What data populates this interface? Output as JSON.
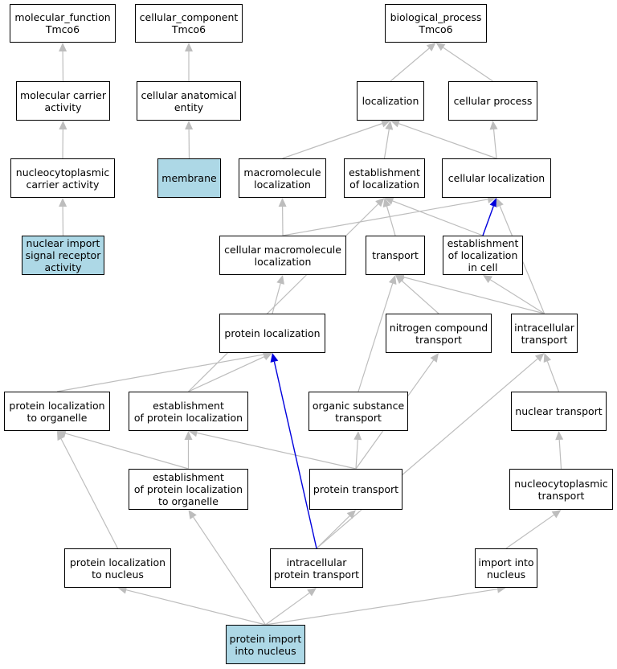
{
  "colors": {
    "edge": "#bdbdbd",
    "edge_highlight": "#0000dd",
    "highlight_fill": "#add8e6",
    "node_fill": "#ffffff",
    "border": "#000000"
  },
  "nodes": {
    "mf_root": {
      "label": "molecular_function\nTmco6",
      "highlighted": false
    },
    "cc_root": {
      "label": "cellular_component\nTmco6",
      "highlighted": false
    },
    "bp_root": {
      "label": "biological_process\nTmco6",
      "highlighted": false
    },
    "mol_carrier": {
      "label": "molecular carrier\nactivity",
      "highlighted": false
    },
    "cell_anat": {
      "label": "cellular anatomical\nentity",
      "highlighted": false
    },
    "localization": {
      "label": "localization",
      "highlighted": false
    },
    "cell_process": {
      "label": "cellular process",
      "highlighted": false
    },
    "nucleo_carrier": {
      "label": "nucleocytoplasmic\ncarrier activity",
      "highlighted": false
    },
    "membrane": {
      "label": "membrane",
      "highlighted": true
    },
    "macromol_loc": {
      "label": "macromolecule\nlocalization",
      "highlighted": false
    },
    "estab_loc": {
      "label": "establishment\nof localization",
      "highlighted": false
    },
    "cell_loc": {
      "label": "cellular localization",
      "highlighted": false
    },
    "nuc_import_receptor": {
      "label": "nuclear import\nsignal receptor\nactivity",
      "highlighted": true
    },
    "cell_macromol_loc": {
      "label": "cellular macromolecule\nlocalization",
      "highlighted": false
    },
    "transport": {
      "label": "transport",
      "highlighted": false
    },
    "estab_loc_cell": {
      "label": "establishment\nof localization\nin cell",
      "highlighted": false
    },
    "protein_loc": {
      "label": "protein localization",
      "highlighted": false
    },
    "nitrogen_transport": {
      "label": "nitrogen compound\ntransport",
      "highlighted": false
    },
    "intracell_transport": {
      "label": "intracellular\ntransport",
      "highlighted": false
    },
    "prot_loc_organelle": {
      "label": "protein localization\nto organelle",
      "highlighted": false
    },
    "estab_prot_loc": {
      "label": "establishment\nof protein localization",
      "highlighted": false
    },
    "organic_transport": {
      "label": "organic substance\ntransport",
      "highlighted": false
    },
    "nuclear_transport": {
      "label": "nuclear transport",
      "highlighted": false
    },
    "estab_prot_loc_org": {
      "label": "establishment\nof protein localization\nto organelle",
      "highlighted": false
    },
    "protein_transport": {
      "label": "protein transport",
      "highlighted": false
    },
    "nucleocyto_transport": {
      "label": "nucleocytoplasmic\ntransport",
      "highlighted": false
    },
    "prot_loc_nucleus": {
      "label": "protein localization\nto nucleus",
      "highlighted": false
    },
    "intracell_prot_transport": {
      "label": "intracellular\nprotein transport",
      "highlighted": false
    },
    "import_nucleus": {
      "label": "import into\nnucleus",
      "highlighted": false
    },
    "prot_import_nucleus": {
      "label": "protein import\ninto nucleus",
      "highlighted": true
    }
  },
  "edges": [
    {
      "from": "mol_carrier",
      "to": "mf_root",
      "highlight": false
    },
    {
      "from": "nucleo_carrier",
      "to": "mol_carrier",
      "highlight": false
    },
    {
      "from": "nuc_import_receptor",
      "to": "nucleo_carrier",
      "highlight": false
    },
    {
      "from": "cell_anat",
      "to": "cc_root",
      "highlight": false
    },
    {
      "from": "membrane",
      "to": "cell_anat",
      "highlight": false
    },
    {
      "from": "localization",
      "to": "bp_root",
      "highlight": false
    },
    {
      "from": "cell_process",
      "to": "bp_root",
      "highlight": false
    },
    {
      "from": "macromol_loc",
      "to": "localization",
      "highlight": false
    },
    {
      "from": "estab_loc",
      "to": "localization",
      "highlight": false
    },
    {
      "from": "cell_loc",
      "to": "localization",
      "highlight": false
    },
    {
      "from": "cell_loc",
      "to": "cell_process",
      "highlight": false
    },
    {
      "from": "cell_macromol_loc",
      "to": "macromol_loc",
      "highlight": false
    },
    {
      "from": "cell_macromol_loc",
      "to": "cell_loc",
      "highlight": false
    },
    {
      "from": "transport",
      "to": "estab_loc",
      "highlight": false
    },
    {
      "from": "estab_loc_cell",
      "to": "estab_loc",
      "highlight": false
    },
    {
      "from": "estab_loc_cell",
      "to": "cell_loc",
      "highlight": true
    },
    {
      "from": "protein_loc",
      "to": "cell_macromol_loc",
      "highlight": false
    },
    {
      "from": "nitrogen_transport",
      "to": "transport",
      "highlight": false
    },
    {
      "from": "intracell_transport",
      "to": "transport",
      "highlight": false
    },
    {
      "from": "intracell_transport",
      "to": "estab_loc_cell",
      "highlight": false
    },
    {
      "from": "intracell_transport",
      "to": "cell_loc",
      "highlight": false
    },
    {
      "from": "prot_loc_organelle",
      "to": "protein_loc",
      "highlight": false
    },
    {
      "from": "estab_prot_loc",
      "to": "protein_loc",
      "highlight": false
    },
    {
      "from": "estab_prot_loc",
      "to": "estab_loc",
      "highlight": false
    },
    {
      "from": "organic_transport",
      "to": "transport",
      "highlight": false
    },
    {
      "from": "nuclear_transport",
      "to": "intracell_transport",
      "highlight": false
    },
    {
      "from": "estab_prot_loc_org",
      "to": "prot_loc_organelle",
      "highlight": false
    },
    {
      "from": "estab_prot_loc_org",
      "to": "estab_prot_loc",
      "highlight": false
    },
    {
      "from": "protein_transport",
      "to": "organic_transport",
      "highlight": false
    },
    {
      "from": "protein_transport",
      "to": "nitrogen_transport",
      "highlight": false
    },
    {
      "from": "protein_transport",
      "to": "estab_prot_loc",
      "highlight": false
    },
    {
      "from": "nucleocyto_transport",
      "to": "nuclear_transport",
      "highlight": false
    },
    {
      "from": "prot_loc_nucleus",
      "to": "prot_loc_organelle",
      "highlight": false
    },
    {
      "from": "intracell_prot_transport",
      "to": "protein_transport",
      "highlight": false
    },
    {
      "from": "intracell_prot_transport",
      "to": "intracell_transport",
      "highlight": false
    },
    {
      "from": "intracell_prot_transport",
      "to": "protein_loc",
      "highlight": true
    },
    {
      "from": "import_nucleus",
      "to": "nucleocyto_transport",
      "highlight": false
    },
    {
      "from": "prot_import_nucleus",
      "to": "prot_loc_nucleus",
      "highlight": false
    },
    {
      "from": "prot_import_nucleus",
      "to": "estab_prot_loc_org",
      "highlight": false
    },
    {
      "from": "prot_import_nucleus",
      "to": "intracell_prot_transport",
      "highlight": false
    },
    {
      "from": "prot_import_nucleus",
      "to": "import_nucleus",
      "highlight": false
    }
  ]
}
